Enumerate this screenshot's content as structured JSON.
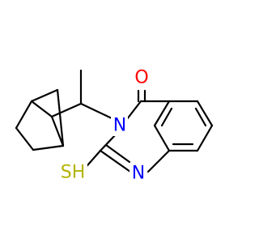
{
  "atoms": {
    "oxygen": {
      "label": "O",
      "color": "#ff0000"
    },
    "nitrogen3": {
      "label": "N",
      "color": "#0000ff"
    },
    "nitrogen1": {
      "label": "N",
      "color": "#0000ff"
    },
    "thiol": {
      "label": "SH",
      "color": "#b3b300"
    }
  },
  "colors": {
    "bond": "#000000",
    "background": "#ffffff"
  }
}
